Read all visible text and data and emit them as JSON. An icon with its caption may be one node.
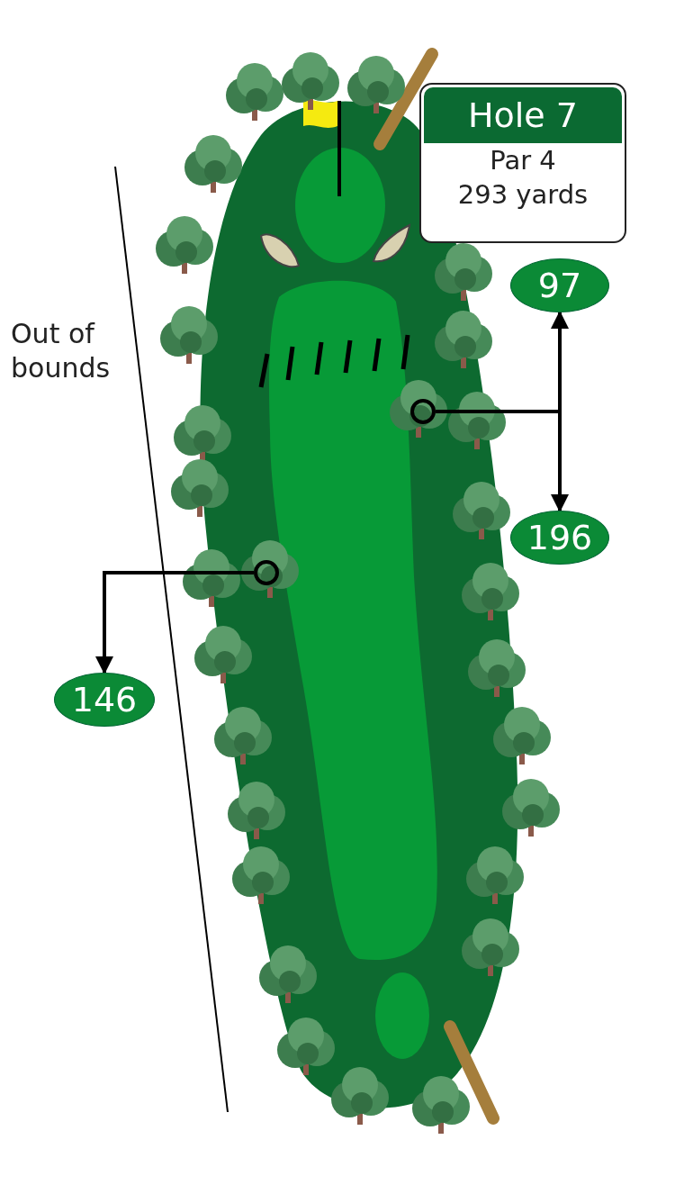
{
  "diagram": {
    "nodes": [
      {
        "text": [
          "Hole 7",
          "Par 4",
          "293 yards"
        ]
      },
      {
        "text": [
          "97"
        ]
      },
      {
        "text": [
          "196"
        ]
      },
      {
        "text": [
          "146"
        ]
      },
      {
        "text": [],
        "shape": "circle"
      },
      {
        "text": [],
        "shape": "circle"
      }
    ],
    "edges": [
      {
        "from": 4,
        "to": 1,
        "arrow": "to"
      },
      {
        "from": 4,
        "to": 2,
        "arrow": "to"
      },
      {
        "from": 5,
        "to": 3,
        "arrow": "to"
      }
    ],
    "labels": [
      "Out of bounds"
    ]
  }
}
